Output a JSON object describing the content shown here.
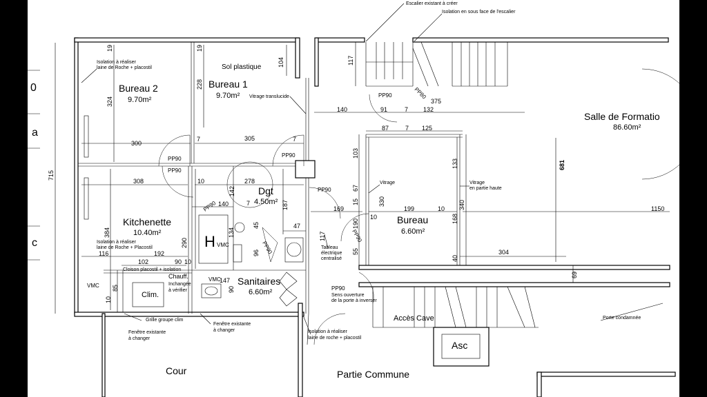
{
  "plan": {
    "rooms": {
      "bureau2": {
        "name": "Bureau 2",
        "area": "9.70m²"
      },
      "bureau1": {
        "name": "Bureau 1",
        "area": "9.70m²"
      },
      "kitchenette": {
        "name": "Kitchenette",
        "area": "10.40m²"
      },
      "dgt": {
        "name": "Dgt",
        "area": "4.50m²"
      },
      "sanitaires": {
        "name": "Sanitaires",
        "area": "6.60m²"
      },
      "bureau": {
        "name": "Bureau",
        "area": "6.60m²"
      },
      "salle": {
        "name": "Salle de Formatio",
        "area": "86.60m²"
      },
      "cour": {
        "name": "Cour"
      },
      "partie_commune": {
        "name": "Partie Commune"
      },
      "acces_cave": {
        "name": "Accès Cave"
      },
      "asc": {
        "name": "Asc"
      },
      "clim": {
        "name": "Clim."
      }
    },
    "notes": {
      "escalier": "Escalier existant à créer",
      "isolation_escalier": "Isolation en sous face de l'escalier",
      "isolation_b2_1": "Isolation à réaliser",
      "isolation_b2_2": "laine de Roche + placostil",
      "sol_plastique": "Sol plastique",
      "vitrage_translucide": "Vitrage translucide",
      "isolation_k_1": "Isolation à réaliser",
      "isolation_k_2": "laine de Roche + Placostil",
      "cloison": "Cloison placostil + isolation",
      "chauff": "Chauff.",
      "inchange_1": "Inchangée",
      "inchange_2": "à vérifier",
      "vmc": "VMC",
      "grille": "Grille groupe clim",
      "fenetre_changer_1": "Fenêtre existante",
      "fenetre_changer_2": "à changer",
      "fenetre_changer_b_1": "Fenêtre existante",
      "fenetre_changer_b_2": "à changer",
      "isolation_bas_1": "Isolation à réaliser",
      "isolation_bas_2": "laine de roche + placostil",
      "tableau_1": "Tableau",
      "tableau_2": "électrique",
      "tableau_3": "centralisé",
      "pp90_sens_1": "PP90",
      "pp90_sens_2": "Sens ouverture",
      "pp90_sens_3": "de la porte à inverser",
      "vitrage": "Vitrage",
      "vitrage_haute_1": "Vitrage",
      "vitrage_haute_2": "en partie haute",
      "porte_condamnee": "Porte condamnée",
      "h": "H"
    },
    "doors": [
      "PP90",
      "PP90",
      "PP90",
      "PP90",
      "PP90",
      "PP80",
      "PP90",
      "PP90",
      "PP90"
    ],
    "dims": {
      "d19a": "19",
      "d19b": "19",
      "d324": "324",
      "d228": "228",
      "d104": "104",
      "d300": "300",
      "d7a": "7",
      "d305": "305",
      "d7b": "7",
      "d715": "715",
      "d308": "308",
      "d10a": "10",
      "d278": "278",
      "d140": "140",
      "d142": "142",
      "d7c": "7",
      "d187": "187",
      "d47": "47",
      "d384": "384",
      "d116": "116",
      "d192": "192",
      "d102": "102",
      "d90a": "90",
      "d10b": "10",
      "d290": "290",
      "d85": "85",
      "d10c": "10",
      "d134": "134",
      "d96": "96",
      "d45": "45",
      "d147": "147",
      "d90b": "90",
      "d117a": "117",
      "d140b": "140",
      "d91": "91",
      "d7d": "7",
      "d132": "132",
      "d375": "375",
      "d87": "87",
      "d7e": "7",
      "d125": "125",
      "d103": "103",
      "d133": "133",
      "d67": "67",
      "d15": "15",
      "d330": "330",
      "d199": "199",
      "d10d": "10",
      "d340": "340",
      "d169": "169",
      "d168": "168",
      "d190": "190",
      "d10e": "10",
      "d55": "55",
      "d117b": "117",
      "d40": "40",
      "d304": "304",
      "d681": "681",
      "d1150": "1150",
      "d69": "69",
      "d0": "0",
      "da": "a",
      "dc": "c"
    }
  }
}
